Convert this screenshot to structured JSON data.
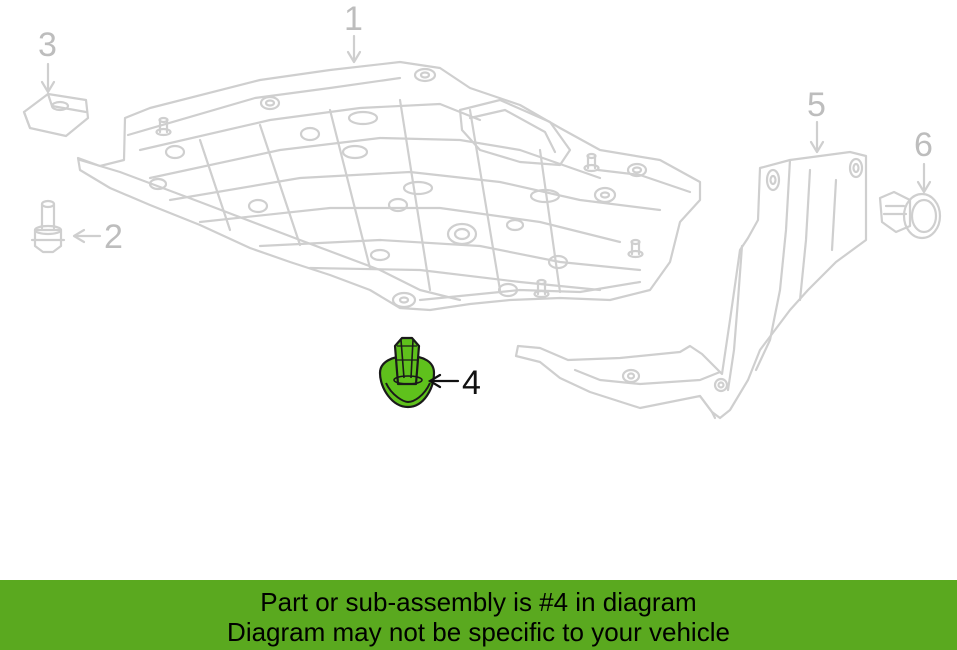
{
  "diagram": {
    "callouts": [
      {
        "number": "1",
        "highlighted": false
      },
      {
        "number": "2",
        "highlighted": false
      },
      {
        "number": "3",
        "highlighted": false
      },
      {
        "number": "4",
        "highlighted": true
      },
      {
        "number": "5",
        "highlighted": false
      },
      {
        "number": "6",
        "highlighted": false
      }
    ],
    "colors": {
      "line_art": "#cfcfcf",
      "highlight_fill": "#5fc11c",
      "highlight_stroke": "#1a1a1a",
      "banner": "#5aa91f"
    }
  },
  "banner": {
    "line1": "Part or sub-assembly is #4 in diagram",
    "line2": "Diagram may not be specific to your vehicle"
  }
}
